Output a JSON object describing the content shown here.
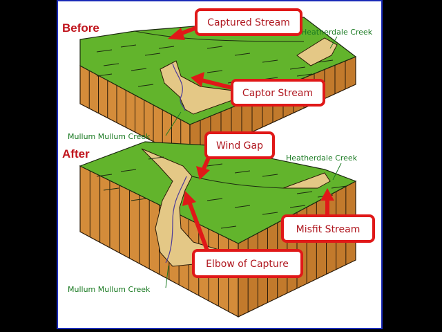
{
  "diagram": {
    "before_label": "Before",
    "after_label": "After",
    "before": {
      "creek_right": "Heatherdale Creek",
      "creek_left": "Mullum Mullum Creek",
      "callouts": [
        "Captured Stream",
        "Captor Stream"
      ]
    },
    "after": {
      "creek_right": "Heatherdale Creek",
      "creek_left": "Mullum Mullum Creek",
      "callouts": [
        "Wind Gap",
        "Misfit Stream",
        "Elbow of Capture"
      ]
    },
    "colors": {
      "land": "#62b42c",
      "cliff": "#d48c3a",
      "valley": "#e4c886",
      "callout_border": "#e01818",
      "heading": "#c0141c",
      "creek_label": "#1a7a22",
      "frame_border": "#1a2bb8"
    }
  }
}
